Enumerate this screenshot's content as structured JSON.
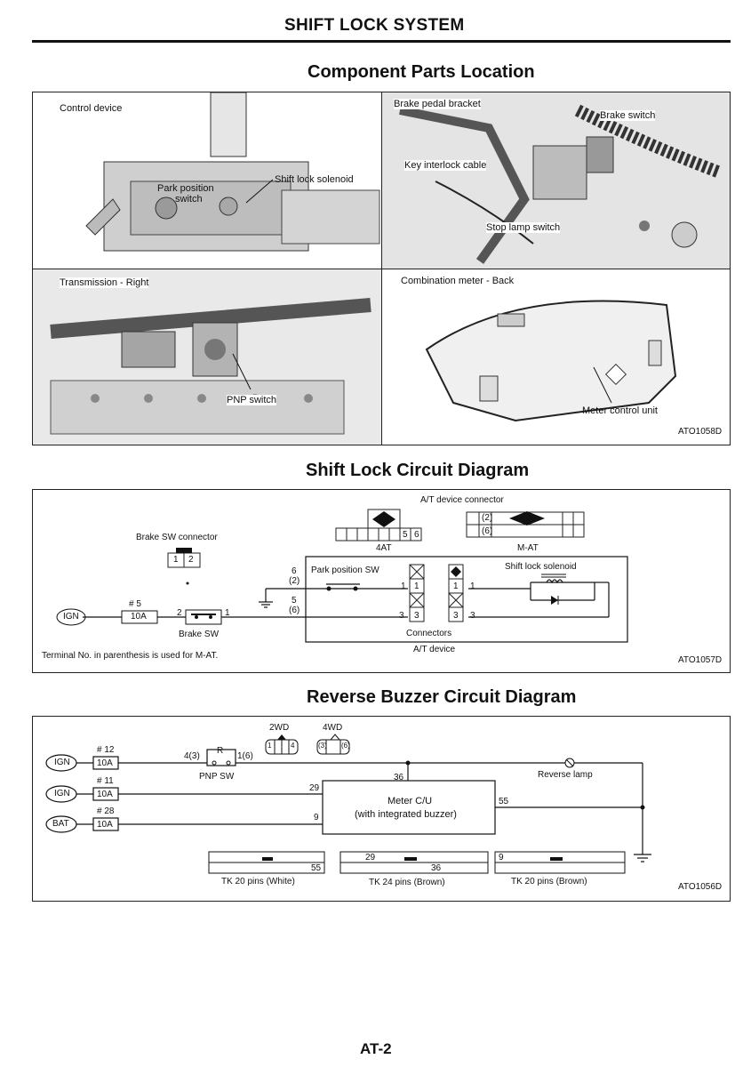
{
  "header": {
    "title": "SHIFT LOCK SYSTEM"
  },
  "components": {
    "title": "Component Parts Location",
    "panels": {
      "control": {
        "title": "Control device",
        "labels": [
          "Shift lock solenoid",
          "Park position",
          "switch"
        ]
      },
      "brake": {
        "labels": [
          "Brake pedal bracket",
          "Brake switch",
          "Key interlock cable",
          "Stop lamp switch"
        ]
      },
      "transmission": {
        "title": "Transmission - Right",
        "labels": [
          "PNP switch"
        ]
      },
      "meter": {
        "title": "Combination meter - Back",
        "labels": [
          "Meter control unit"
        ]
      }
    },
    "code": "ATO1058D"
  },
  "shiftlock": {
    "title": "Shift Lock Circuit Diagram",
    "device_connector_title": "A/T device connector",
    "conn_4at": "4AT",
    "conn_mat": "M-AT",
    "pins_4at": [
      "5",
      "6"
    ],
    "pins_mat": [
      "(2)",
      "(6)"
    ],
    "brake_sw_connector": "Brake SW connector",
    "brake_sw_pins": [
      "1",
      "2"
    ],
    "ign": "IGN",
    "fuse_num": "# 5",
    "fuse_val": "10A",
    "brake_sw": "Brake SW",
    "park_sw": "Park position SW",
    "solenoid": "Shift lock solenoid",
    "connectors": "Connectors",
    "at_device": "A/T device",
    "wire_labels": [
      "6",
      "(2)",
      "5",
      "(6)",
      "2",
      "1",
      "1",
      "1",
      "1",
      "1",
      "3",
      "3",
      "3",
      "3"
    ],
    "note": "Terminal No. in parenthesis is used for M-AT.",
    "code": "ATO1057D"
  },
  "buzzer": {
    "title": "Reverse Buzzer Circuit Diagram",
    "sources": [
      {
        "name": "IGN",
        "fuse_num": "# 12",
        "fuse_val": "10A"
      },
      {
        "name": "IGN",
        "fuse_num": "# 11",
        "fuse_val": "10A"
      },
      {
        "name": "BAT",
        "fuse_num": "# 28",
        "fuse_val": "10A"
      }
    ],
    "conn_2wd": "2WD",
    "conn_4wd": "4WD",
    "pnp_sw": "PNP SW",
    "pnp_left": "4(3)",
    "pnp_right": "1(6)",
    "pnp_r": "R",
    "reverse_lamp": "Reverse lamp",
    "meter_cu": "Meter C/U",
    "meter_sub": "(with integrated buzzer)",
    "pins": [
      "36",
      "29",
      "9",
      "55"
    ],
    "tk_labels": [
      "TK 20 pins (White)",
      "TK 24 pins (Brown)",
      "TK 20 pins (Brown)"
    ],
    "tk_pins": [
      "55",
      "29",
      "36",
      "9"
    ],
    "c2wd_pins": [
      "1",
      "4"
    ],
    "c4wd_pins": [
      "(3)",
      "(6)"
    ],
    "code": "ATO1056D"
  },
  "footer": {
    "page": "AT-2"
  }
}
